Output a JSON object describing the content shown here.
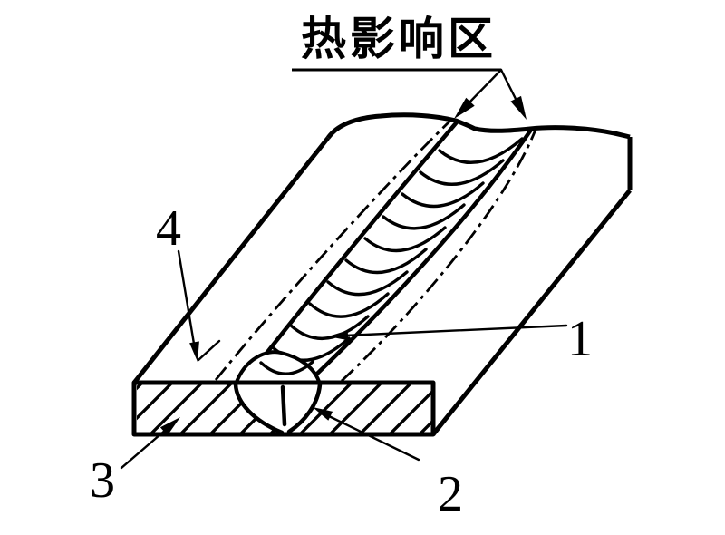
{
  "diagram": {
    "background_color": "#ffffff",
    "line_color": "#000000",
    "annotation_text": "热影响区",
    "callout_labels": {
      "c1": "1",
      "c2": "2",
      "c3": "3",
      "c4": "4"
    }
  }
}
